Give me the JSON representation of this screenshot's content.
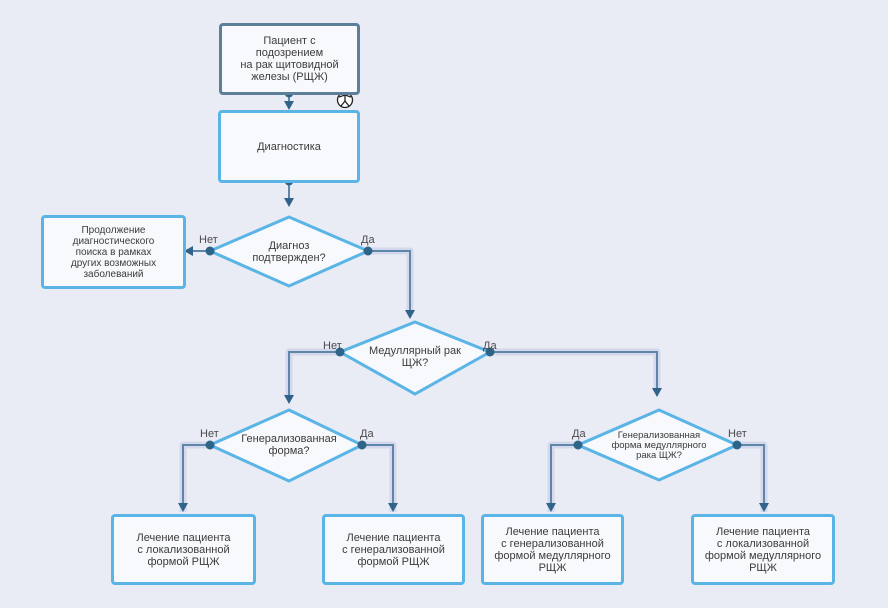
{
  "flowchart": {
    "start": "Пациент с\nподозрением\nна рак щитовидной\nжелезы (РЩЖ)",
    "diagnostics": "Диагностика",
    "q_diagnosis": "Диагноз\nподтвержден?",
    "continue_search": "Продолжение\nдиагностического\nпоиска в рамках\nдругих возможных\nзаболеваний",
    "q_medullary": "Медуллярный рак\nЩЖ?",
    "q_generalized": "Генерализованная\nформа?",
    "q_generalized_medullary": "Генерализованная\nформа медуллярного\nрака ЩЖ?",
    "treat_localized": "Лечение пациента\nс локализованной\nформой РЩЖ",
    "treat_generalized": "Лечение пациента\nс генерализованной\nформой РЩЖ",
    "treat_generalized_medullary": "Лечение пациента\nс генерализованной\nформой медуллярного\nРЩЖ",
    "treat_localized_medullary": "Лечение пациента\nс локализованной\nформой медуллярного\nРЩЖ"
  },
  "labels": {
    "yes": "Да",
    "no": "Нет"
  },
  "icons": {
    "start_marker": "person-badge-icon"
  },
  "colors": {
    "background": "#e9ebf5",
    "box_border": "#5ab5e6",
    "start_border": "#5d7f9a",
    "connector": "#2f6489"
  }
}
